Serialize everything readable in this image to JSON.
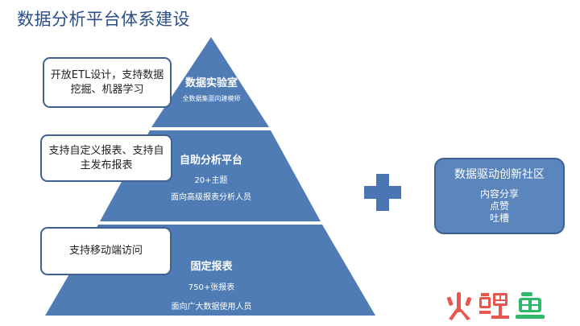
{
  "title": "数据分析平台体系建设",
  "pyramid": {
    "top": {
      "title": "数据实验室",
      "sub": "全数据集面向建模师"
    },
    "middle": {
      "title": "自助分析平台",
      "sub": "20+主题",
      "sub2": "面向高级报表分析人员"
    },
    "bottom": {
      "title": "固定报表",
      "sub": "750+张报表",
      "sub2": "面向广大数据使用人员"
    }
  },
  "callouts": {
    "top": "开放ETL设计，支持数据挖掘、机器学习",
    "middle": "支持自定义报表、支持自主发布报表",
    "bottom": "支持移动端访问"
  },
  "community": {
    "title": "数据驱动创新社区",
    "items": [
      "内容分享",
      "点赞",
      "吐槽"
    ]
  },
  "logo": {
    "text": "火鲤鱼"
  },
  "colors": {
    "pyramid": "#4f7cb5",
    "title": "#2b4f86",
    "logo_red": "#e8574f",
    "logo_green": "#2fb86a"
  }
}
